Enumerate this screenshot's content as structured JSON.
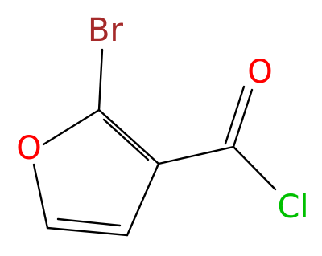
{
  "molecule": {
    "atoms": {
      "bromine": "Br",
      "ring_oxygen": "O",
      "carbonyl_oxygen": "O",
      "chlorine": "Cl"
    },
    "colors": {
      "bond": "#000000",
      "bromine": "#A52A2A",
      "oxygen": "#FF0000",
      "chlorine": "#00C000"
    }
  }
}
